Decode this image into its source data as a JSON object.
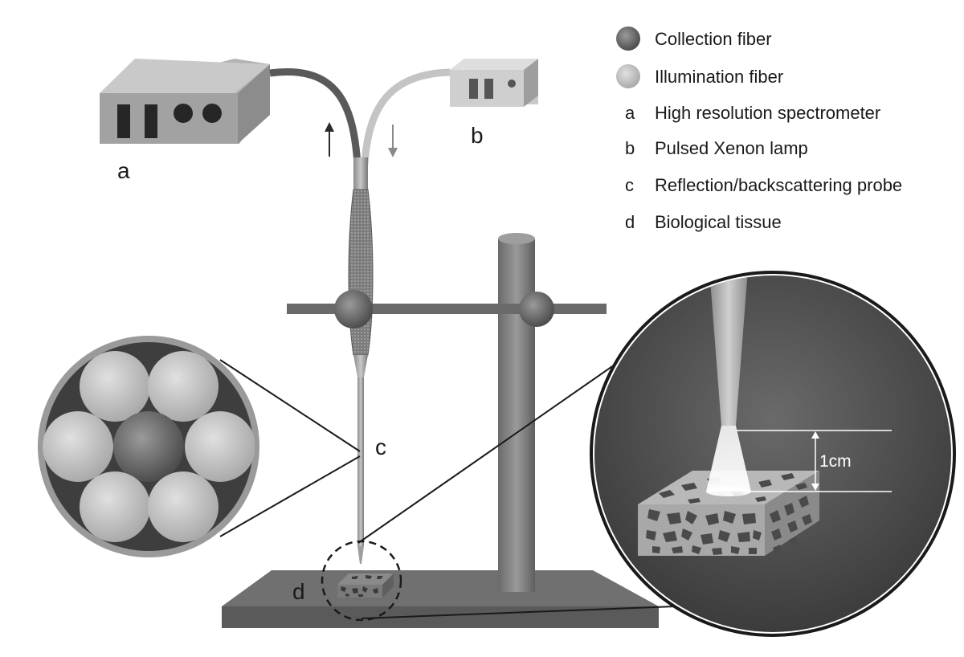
{
  "legend": {
    "fibers": [
      {
        "symbol": "collection-dot",
        "text": "Collection fiber"
      },
      {
        "symbol": "illumination-dot",
        "text": "Illumination fiber"
      }
    ],
    "items": [
      {
        "letter": "a",
        "text": "High resolution spectrometer"
      },
      {
        "letter": "b",
        "text": "Pulsed Xenon lamp"
      },
      {
        "letter": "c",
        "text": "Reflection/backscattering probe"
      },
      {
        "letter": "d",
        "text": "Biological tissue"
      }
    ]
  },
  "labels": {
    "a": "a",
    "b": "b",
    "c": "c",
    "d": "d",
    "distance": "1cm"
  },
  "colors": {
    "collection_fiber": "#6e6e6e",
    "illumination_fiber": "#bdbdbd",
    "stand": "#7a7a7a",
    "device": "#a8a8a8"
  }
}
